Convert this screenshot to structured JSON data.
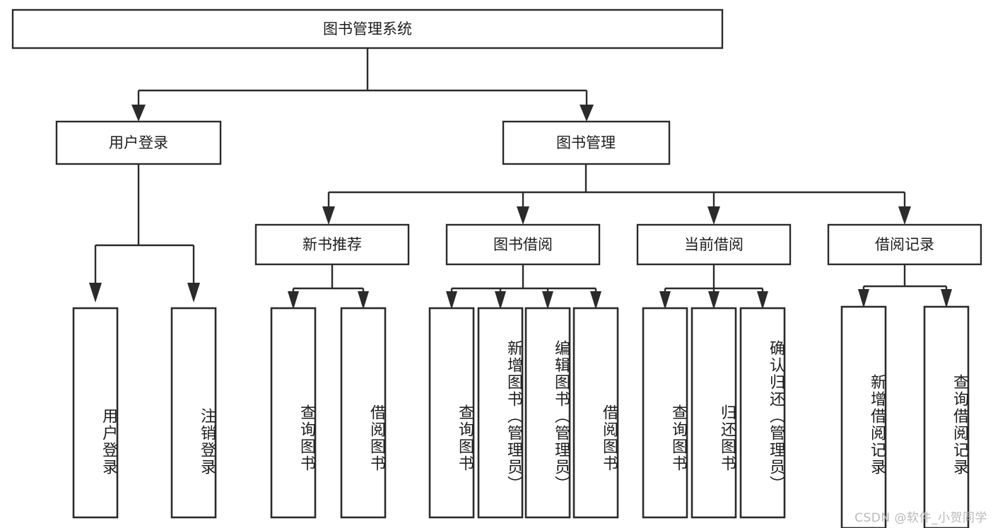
{
  "diagram": {
    "title": "图书管理系统",
    "type": "tree-hierarchy-chart",
    "root": {
      "label": "图书管理系统"
    },
    "level2": [
      {
        "label": "用户登录"
      },
      {
        "label": "图书管理"
      }
    ],
    "level3": [
      {
        "label": "新书推荐",
        "parent": "图书管理"
      },
      {
        "label": "图书借阅",
        "parent": "图书管理"
      },
      {
        "label": "当前借阅",
        "parent": "图书管理"
      },
      {
        "label": "借阅记录",
        "parent": "图书管理"
      }
    ],
    "leaves": {
      "user_login": [
        {
          "label": "用户登录"
        },
        {
          "label": "注销登录"
        }
      ],
      "new_book_recommend": [
        {
          "label": "查询图书"
        },
        {
          "label": "借阅图书"
        }
      ],
      "book_borrow": [
        {
          "label": "查询图书"
        },
        {
          "label": "新增图书（管理员）"
        },
        {
          "label": "编辑图书（管理员）"
        },
        {
          "label": "借阅图书"
        }
      ],
      "current_borrow": [
        {
          "label": "查询图书"
        },
        {
          "label": "归还图书"
        },
        {
          "label": "确认归还（管理员）"
        }
      ],
      "borrow_record": [
        {
          "label": "新增借阅记录"
        },
        {
          "label": "查询借阅记录"
        }
      ]
    },
    "watermark": "CSDN @软件_小贺同学",
    "colors": {
      "box_stroke": "#2b2b2b",
      "box_fill": "#ffffff",
      "text": "#1d1d1d",
      "watermark": "#b9b9b9",
      "background": "#ffffff"
    }
  }
}
